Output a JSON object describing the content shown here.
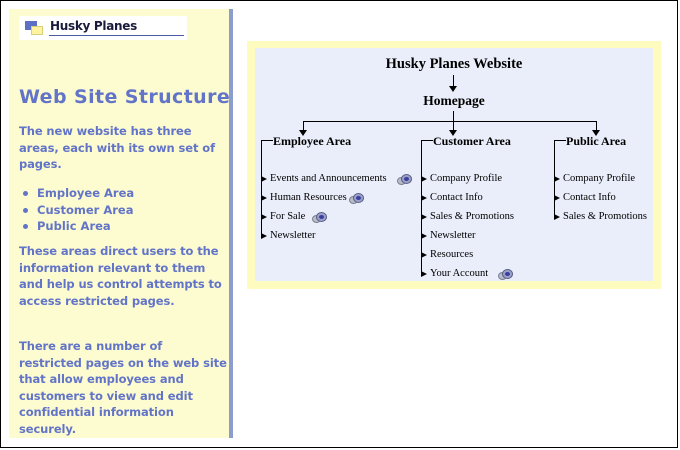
{
  "logo": {
    "text": "Husky Planes",
    "mark_blue": "#5b6fc4",
    "mark_yellow": "#fdf3a0"
  },
  "sidebar": {
    "background": "#fdfbd0",
    "accent": "#6274c8",
    "heading": "Web Site Structure",
    "paragraphs": [
      "The new website has three areas, each with its own set of pages.",
      "These areas direct users to the information relevant to them and help us control attempts to access restricted pages.",
      "There are a number of restricted pages on the web site that allow employees and customers to view and edit confidential information securely."
    ],
    "bullets": [
      "Employee Area",
      "Customer Area",
      "Public Area"
    ]
  },
  "diagram": {
    "panel_border_color": "#fdfbbe",
    "panel_fill_color": "#eaeefa",
    "root_title": "Husky Planes Website",
    "homepage_title": "Homepage",
    "columns": [
      {
        "header": "Employee Area",
        "items": [
          {
            "label": "Events and Announcements",
            "secure": true
          },
          {
            "label": "Human Resources",
            "secure": true
          },
          {
            "label": "For Sale",
            "secure": true
          },
          {
            "label": "Newsletter",
            "secure": false
          }
        ]
      },
      {
        "header": "Customer Area",
        "items": [
          {
            "label": "Company Profile",
            "secure": false
          },
          {
            "label": "Contact Info",
            "secure": false
          },
          {
            "label": "Sales & Promotions",
            "secure": false
          },
          {
            "label": "Newsletter",
            "secure": false
          },
          {
            "label": "Resources",
            "secure": false
          },
          {
            "label": "Your Account",
            "secure": true
          }
        ]
      },
      {
        "header": "Public Area",
        "items": [
          {
            "label": "Company Profile",
            "secure": false
          },
          {
            "label": "Contact Info",
            "secure": false
          },
          {
            "label": "Sales & Promotions",
            "secure": false
          }
        ]
      }
    ]
  }
}
